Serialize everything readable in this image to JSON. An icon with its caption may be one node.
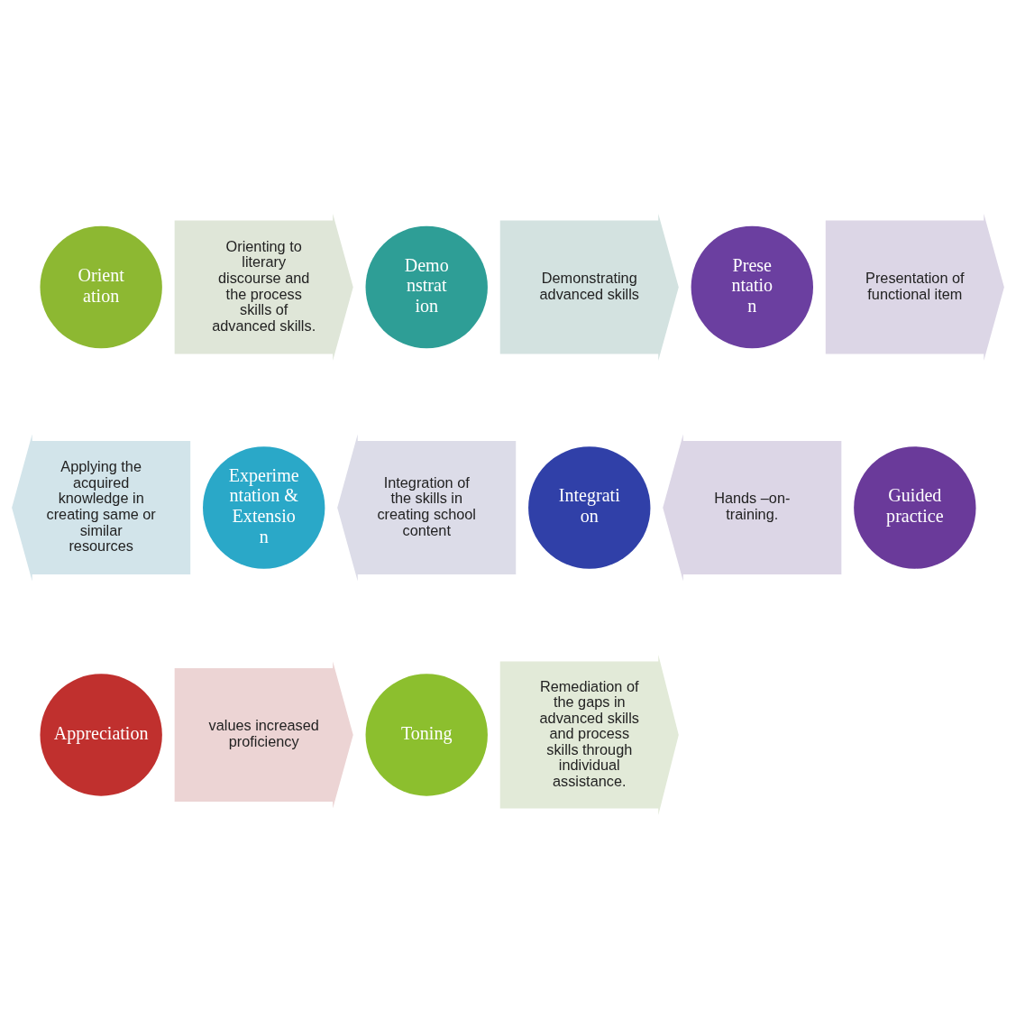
{
  "diagram": {
    "nodes": [
      {
        "text": [
          "Orient ation"
        ]
      },
      {
        "text": [
          "Orienting to literary discourse and the process skills of advanced skills."
        ]
      },
      {
        "text": [
          "Demo nstrat ion"
        ]
      },
      {
        "text": [
          "Demonstrating advanced skills"
        ]
      },
      {
        "text": [
          "Prese ntatio n"
        ]
      },
      {
        "text": [
          "Presentation of functional item"
        ]
      },
      {
        "text": [
          "Applying the acquired knowledge in creating same or similar resources"
        ]
      },
      {
        "text": [
          "Experime ntation & Extensio n"
        ]
      },
      {
        "text": [
          "Integration of the skills in creating school content"
        ]
      },
      {
        "text": [
          "Integrati on"
        ]
      },
      {
        "text": [
          "Hands –on- training."
        ]
      },
      {
        "text": [
          "Guided practice"
        ]
      },
      {
        "text": [
          "Appreciation"
        ]
      },
      {
        "text": [
          "values increased proficiency"
        ]
      },
      {
        "text": [
          "Toning"
        ]
      },
      {
        "text": [
          "Remediation of the gaps in advanced skills and process skills through individual assistance."
        ]
      }
    ]
  }
}
